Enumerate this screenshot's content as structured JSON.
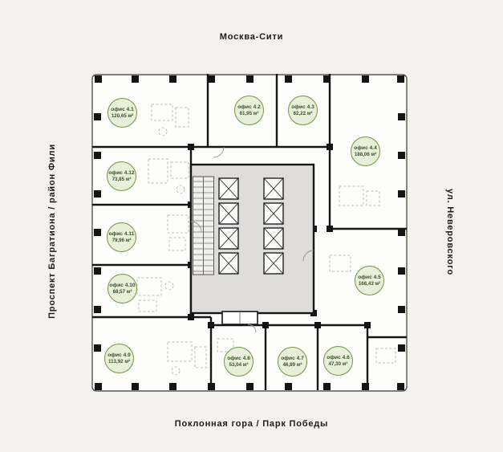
{
  "page": {
    "background": "#f3f2ec"
  },
  "surroundings": {
    "top": "Москва-Сити",
    "left": "Проспект Багратиона / район Фили",
    "right": "ул. Неверовского",
    "bottom": "Поклонная гора / Парк Победы"
  },
  "offices": [
    {
      "id": "офис 4.1",
      "area": "120,65 м²"
    },
    {
      "id": "офис 4.2",
      "area": "61,95 м²"
    },
    {
      "id": "офис 4.3",
      "area": "62,22 м²"
    },
    {
      "id": "офис 4.4",
      "area": "188,06 м²"
    },
    {
      "id": "офис 4.5",
      "area": "166,43 м²"
    },
    {
      "id": "офис 4.6",
      "area": "47,30 м²"
    },
    {
      "id": "офис 4.7",
      "area": "46,89 м²"
    },
    {
      "id": "офис 4.8",
      "area": "53,04 м²"
    },
    {
      "id": "офис 4.9",
      "area": "113,92 м²"
    },
    {
      "id": "офис 4.10",
      "area": "68,57 м²"
    },
    {
      "id": "офис 4.11",
      "area": "79,96 м²"
    },
    {
      "id": "офис 4.12",
      "area": "73,85 м²"
    }
  ],
  "colors": {
    "background": "#f3f2ec",
    "badge_fill": "#e9f0da",
    "badge_border": "#71963f",
    "badge_text": "#375026",
    "wall": "#161616",
    "core_fill": "#dedddb"
  }
}
